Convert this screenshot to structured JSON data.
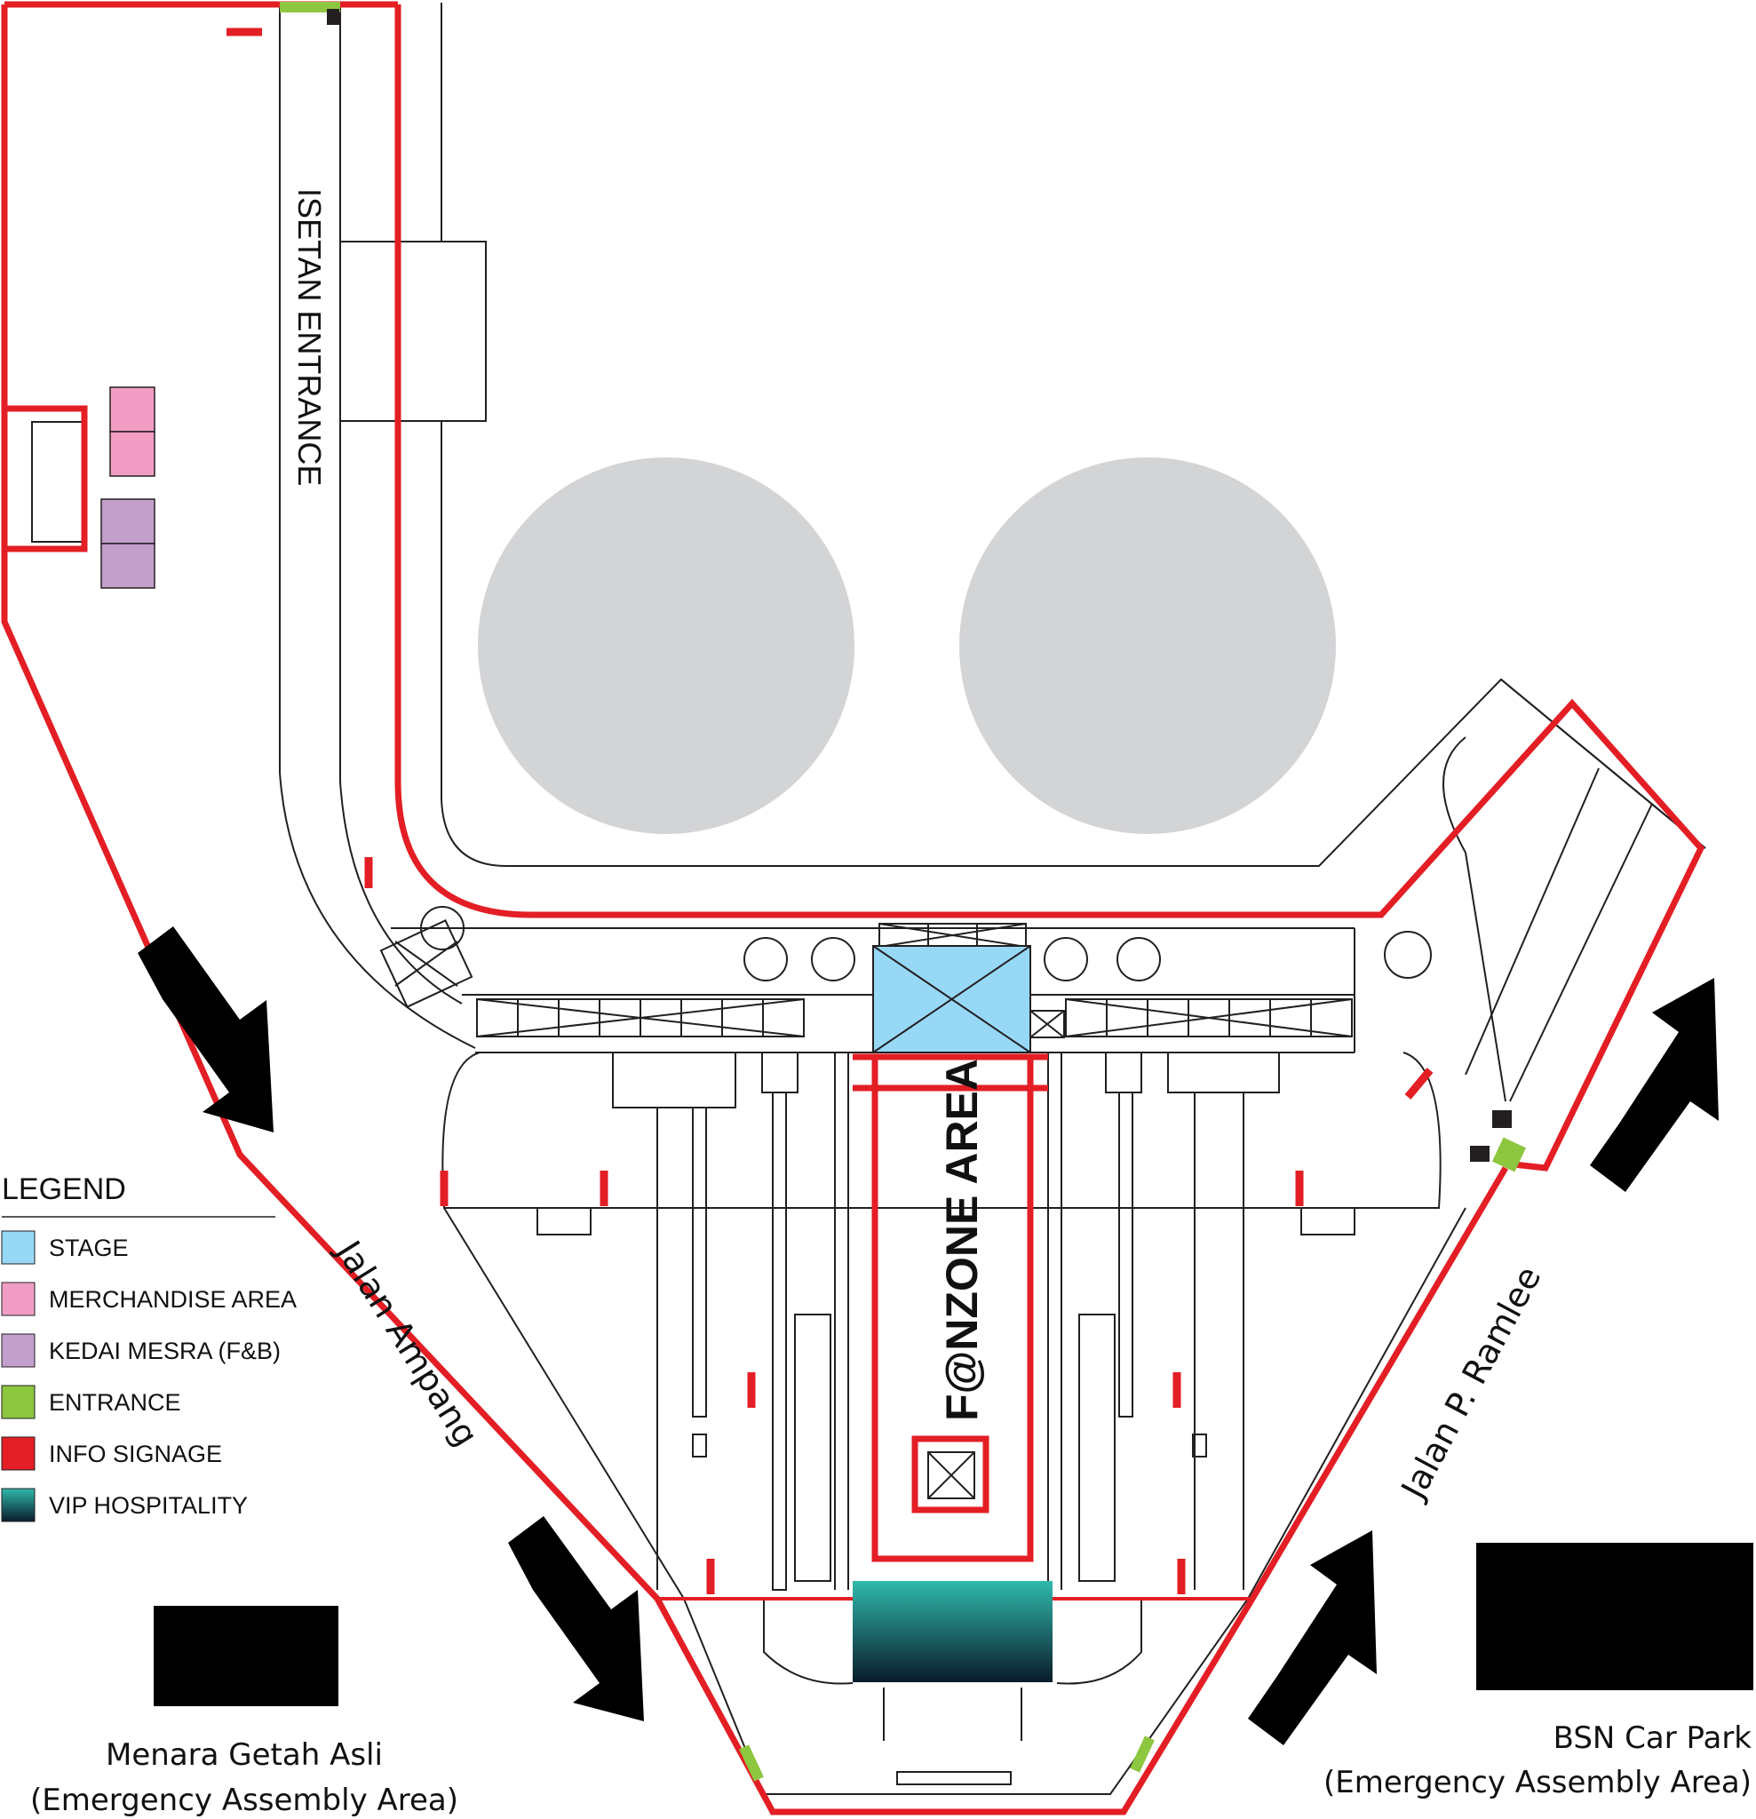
{
  "colors": {
    "info_signage": "#e31e24",
    "entrance": "#8dc63f",
    "stage": "#97d8f6",
    "merchandise": "#f29ec4",
    "kedai_mesra": "#c39fcc",
    "vip_top": "#2fb9ab",
    "vip_bottom": "#0b1b2b",
    "building": "#d3d4d6",
    "assembly_block": "#000000",
    "outline": "#231f20"
  },
  "map": {
    "isetan_label": "ISETAN ENTRANCE",
    "fanzone_label": "F@NZONE AREA",
    "road_left": "Jalan Ampang",
    "road_right": "Jalan P. Ramlee",
    "assembly_left": {
      "name": "Menara Getah Asli",
      "note": "(Emergency Assembly Area)"
    },
    "assembly_right": {
      "name": "BSN Car Park",
      "note": "(Emergency Assembly Area)"
    },
    "arrows": [
      {
        "direction": "down-right",
        "road": "Jalan Ampang"
      },
      {
        "direction": "down-right",
        "road": "Jalan Ampang"
      },
      {
        "direction": "up-right",
        "road": "Jalan P. Ramlee"
      },
      {
        "direction": "up-right",
        "road": "Jalan P. Ramlee"
      }
    ]
  },
  "legend": {
    "title": "LEGEND",
    "items": [
      {
        "label": "STAGE",
        "color": "#97d8f6"
      },
      {
        "label": "MERCHANDISE AREA",
        "color": "#f29ec4"
      },
      {
        "label": "KEDAI MESRA (F&B)",
        "color": "#c39fcc"
      },
      {
        "label": "ENTRANCE",
        "color": "#8dc63f"
      },
      {
        "label": "INFO SIGNAGE",
        "color": "#e31e24"
      },
      {
        "label": "VIP HOSPITALITY",
        "color": "gradient:#2fb9ab-#0b1b2b"
      }
    ]
  }
}
